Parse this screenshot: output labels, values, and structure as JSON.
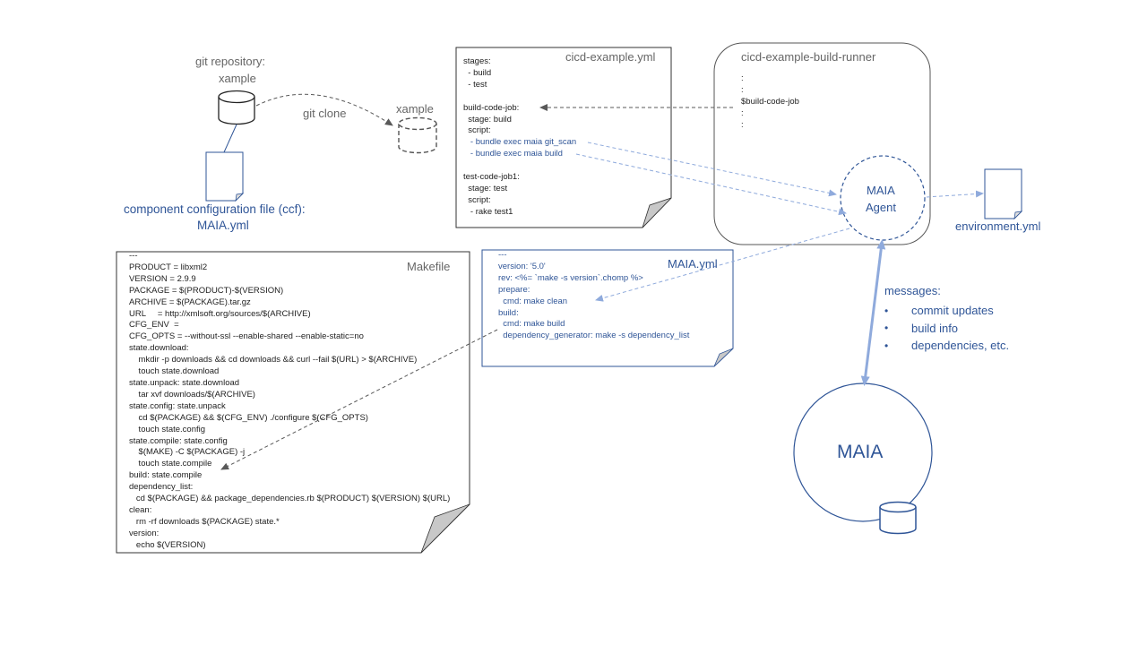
{
  "repo": {
    "label_line1": "git repository:",
    "label_line2": "xample"
  },
  "clone": {
    "arrow_label": "git clone",
    "target_label": "xample"
  },
  "ccf": {
    "label_line1": "component  configuration file (ccf):",
    "label_line2": "MAIA.yml"
  },
  "cicd_file": {
    "title": "cicd-example.yml",
    "lines": [
      "stages:",
      "  - build",
      "  - test",
      "",
      "build-code-job:",
      "  stage: build",
      "  script:",
      "   - bundle exec maia git_scan",
      "   - bundle exec maia build",
      "",
      "test-code-job1:",
      "  stage: test",
      "  script:",
      "   - rake test1"
    ]
  },
  "runner": {
    "title": "cicd-example-build-runner",
    "lines": [
      ":",
      ":",
      "$build-code-job",
      ":",
      ":"
    ],
    "agent_line1": "MAIA",
    "agent_line2": "Agent"
  },
  "environment": {
    "label": "environment.yml"
  },
  "makefile": {
    "title": "Makefile",
    "lines": [
      "---",
      "PRODUCT = libxml2",
      "VERSION = 2.9.9",
      "PACKAGE = $(PRODUCT)-$(VERSION)",
      "ARCHIVE = $(PACKAGE).tar.gz",
      "URL     = http://xmlsoft.org/sources/$(ARCHIVE)",
      "CFG_ENV  =",
      "CFG_OPTS = --without-ssl --enable-shared --enable-static=no",
      "state.download:",
      "    mkdir -p downloads && cd downloads && curl --fail $(URL) > $(ARCHIVE)",
      "    touch state.download",
      "state.unpack: state.download",
      "    tar xvf downloads/$(ARCHIVE)",
      "state.config: state.unpack",
      "    cd $(PACKAGE) && $(CFG_ENV) ./configure $(CFG_OPTS)",
      "    touch state.config",
      "state.compile: state.config",
      "    $(MAKE) -C $(PACKAGE) -j",
      "    touch state.compile",
      "build: state.compile",
      "dependency_list:",
      "   cd $(PACKAGE) && package_dependencies.rb $(PRODUCT) $(VERSION) $(URL)",
      "clean:",
      "   rm -rf downloads $(PACKAGE) state.*",
      "version:",
      "   echo $(VERSION)"
    ]
  },
  "maia_yml": {
    "title": "MAIA.yml",
    "lines": [
      "---",
      "version: '5.0'",
      "rev: <%= `make -s version`.chomp %>",
      "prepare:",
      "  cmd: make clean",
      "build:",
      "  cmd: make build",
      "  dependency_generator: make -s dependency_list"
    ]
  },
  "messages": {
    "title": "messages:",
    "items": [
      "commit  updates",
      "build info",
      "dependencies, etc."
    ]
  },
  "maia": {
    "label": "MAIA"
  },
  "colors": {
    "blue": "#2f5597",
    "light_blue": "#8faadc",
    "gray_line": "#595959",
    "fold": "#c8c8c8"
  }
}
